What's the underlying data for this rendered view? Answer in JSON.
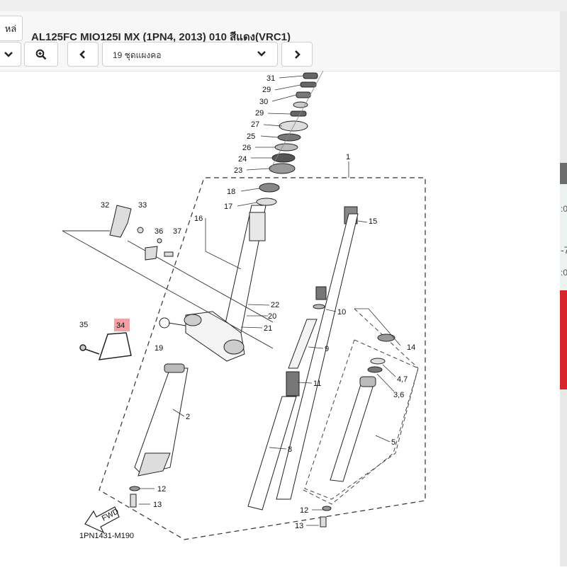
{
  "header": {
    "back_fragment": "หล่",
    "title": "AL125FC MIO125I MX (1PN4, 2013) 010 สีแดง(VRC1)",
    "section_select": {
      "value": "19 ชุดแผงคอ"
    }
  },
  "diagram": {
    "callouts": [
      "31",
      "29",
      "30",
      "29",
      "27",
      "25",
      "26",
      "24",
      "23",
      "1",
      "18",
      "17",
      "16",
      "15",
      "32",
      "33",
      "36",
      "37",
      "22",
      "20",
      "21",
      "10",
      "35",
      "34",
      "19",
      "9",
      "14",
      "4,7",
      "3,6",
      "11",
      "2",
      "8",
      "5",
      "12",
      "13",
      "12",
      "13"
    ],
    "fwd_label": "FWD",
    "code": "1PN1431-M190",
    "highlighted_callout": "34"
  },
  "right_panel": {
    "fragments": [
      ":0",
      "-7",
      ":0"
    ]
  },
  "colors": {
    "highlight": "#f4a1a6",
    "accent_red": "#d7262b"
  },
  "icons": [
    "chevron-down-icon",
    "zoom-in-icon",
    "chevron-left-icon",
    "chevron-down-icon",
    "chevron-right-icon"
  ]
}
